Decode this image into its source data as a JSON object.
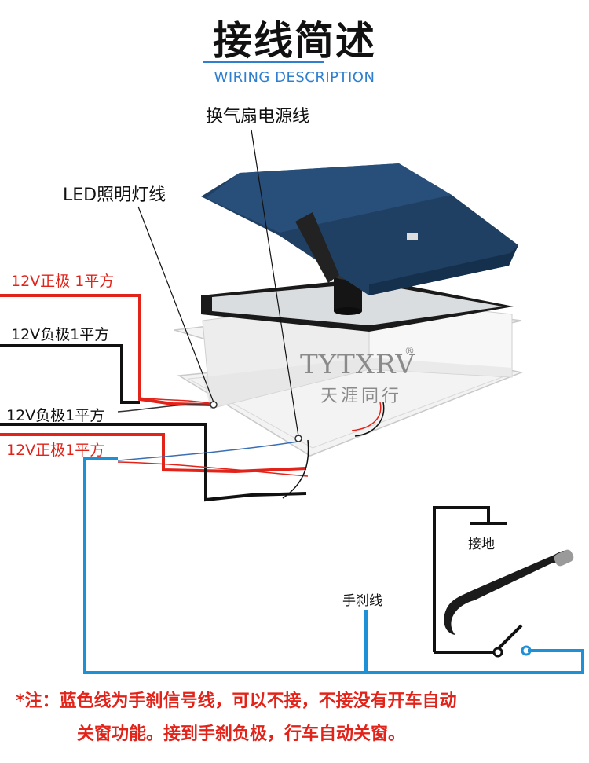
{
  "title": "接线简述",
  "subtitle": "WIRING DESCRIPTION",
  "labels": {
    "fan_power": "换气扇电源线",
    "led_light": "LED照明灯线",
    "pos1": "12V正极 1平方",
    "neg1": "12V负极1平方",
    "neg2": "12V负极1平方",
    "pos2": "12V正极1平方",
    "ground": "接地",
    "handbrake": "手刹线"
  },
  "brand": {
    "name": "TYTXRV",
    "mark": "®",
    "chinese": "天涯同行"
  },
  "note": {
    "line1": "*注：蓝色线为手刹信号线，可以不接，不接没有开车自动",
    "line2": "关窗功能。接到手刹负极，行车自动关窗。"
  },
  "colors": {
    "red": "#e2231a",
    "blue": "#1e90d6",
    "accent": "#2f7fd0",
    "lid": "#1f3f63"
  }
}
